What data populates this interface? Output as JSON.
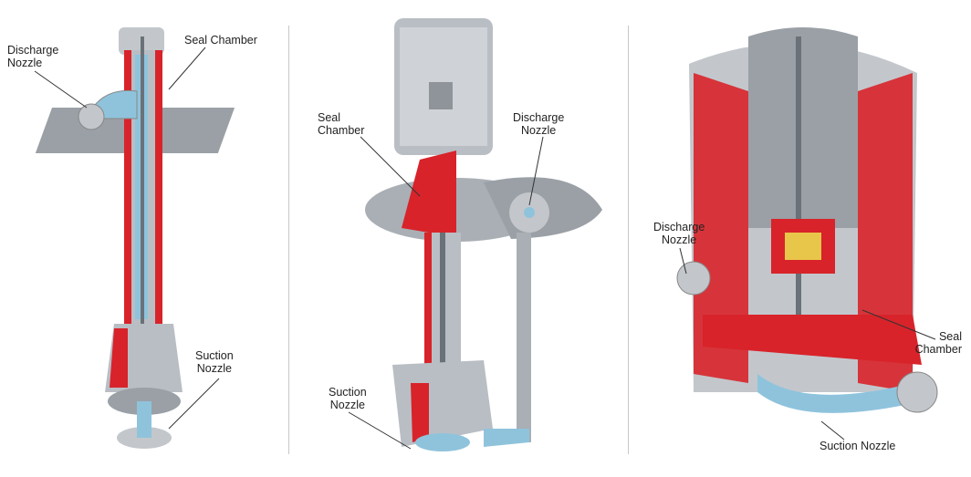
{
  "panels": [
    {
      "labels": {
        "discharge": [
          "Discharge",
          "Nozzle"
        ],
        "seal": [
          "Seal Chamber"
        ],
        "suction": [
          "Suction",
          "Nozzle"
        ]
      }
    },
    {
      "labels": {
        "seal": [
          "Seal",
          "Chamber"
        ],
        "discharge": [
          "Discharge",
          "Nozzle"
        ],
        "suction": [
          "Suction",
          "Nozzle"
        ]
      }
    },
    {
      "labels": {
        "discharge": [
          "Discharge",
          "Nozzle"
        ],
        "seal": [
          "Seal",
          "Chamber"
        ],
        "suction": [
          "Suction Nozzle"
        ]
      }
    }
  ],
  "colors": {
    "casing": "#b9bec4",
    "cutaway": "#d8232a",
    "fluid": "#8fc3dc",
    "seal": "#e8c64a"
  }
}
